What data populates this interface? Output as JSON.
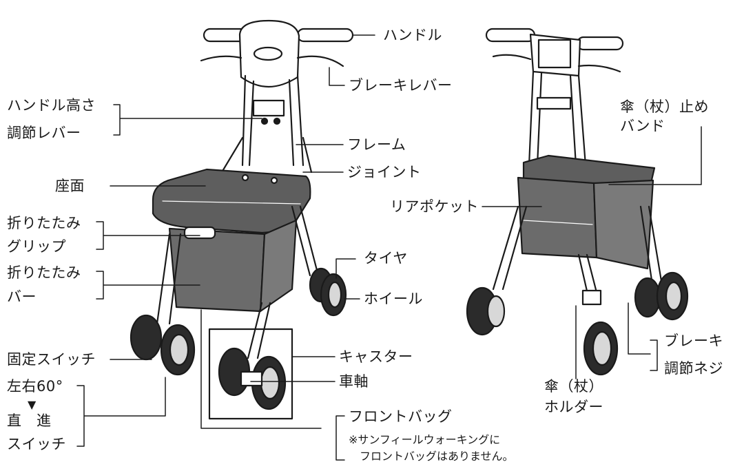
{
  "left_labels": {
    "handle": "ハンドル",
    "brake_lever": "ブレーキレバー",
    "handle_height_1": "ハンドル高さ",
    "handle_height_2": "調節レバー",
    "frame": "フレーム",
    "joint": "ジョイント",
    "seat": "座面",
    "fold_grip_1": "折りたたみ",
    "fold_grip_2": "グリップ",
    "fold_bar_1": "折りたたみ",
    "fold_bar_2": "バー",
    "tire": "タイヤ",
    "wheel": "ホイール",
    "fixed_switch": "固定スイッチ",
    "angle_1": "左右60°",
    "angle_arrow": "▼",
    "angle_2": "直　進",
    "angle_3": "スイッチ",
    "caster": "キャスター",
    "axle": "車軸",
    "front_bag": "フロントバッグ",
    "note_1": "※サンフィールウォーキングに",
    "note_2": "フロントバッグはありません。"
  },
  "right_labels": {
    "umbrella_band_1": "傘（杖）止め",
    "umbrella_band_2": "バンド",
    "rear_pocket": "リアポケット",
    "brake_adjust_1": "ブレーキ",
    "brake_adjust_2": "調節ネジ",
    "umbrella_holder_1": "傘（杖）",
    "umbrella_holder_2": "ホルダー"
  },
  "colors": {
    "line": "#1a1a1a",
    "bag": "#6b6b6b",
    "seat": "#5e5e5e",
    "tire": "#2b2b2b",
    "hub": "#d8d8d8"
  }
}
